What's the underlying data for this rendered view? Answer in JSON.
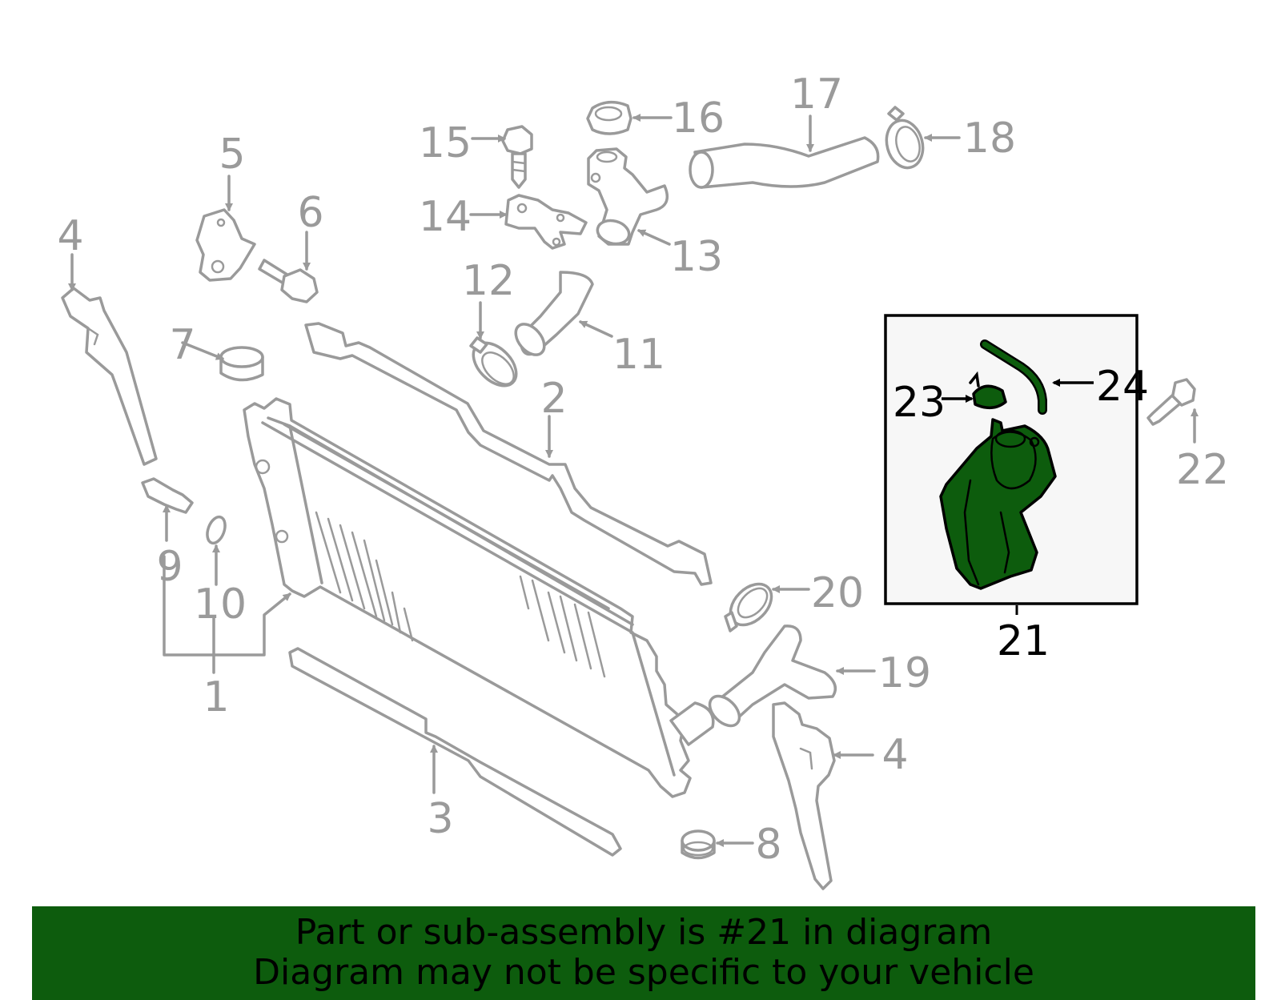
{
  "diagram": {
    "callouts": {
      "c1": "1",
      "c2": "2",
      "c3": "3",
      "c4a": "4",
      "c4b": "4",
      "c5": "5",
      "c6": "6",
      "c7": "7",
      "c8": "8",
      "c9": "9",
      "c10": "10",
      "c11": "11",
      "c12": "12",
      "c13": "13",
      "c14": "14",
      "c15": "15",
      "c16": "16",
      "c17": "17",
      "c18": "18",
      "c19": "19",
      "c20": "20",
      "c21": "21",
      "c22": "22",
      "c23": "23",
      "c24": "24"
    },
    "highlighted_part": "21",
    "colors": {
      "highlight": "#0d5c0d",
      "part_lines": "#9a9a9a",
      "inset_box": "#000000"
    }
  },
  "banner": {
    "line1": "Part or sub-assembly is #21 in diagram",
    "line2": "Diagram may not be specific to your vehicle"
  }
}
